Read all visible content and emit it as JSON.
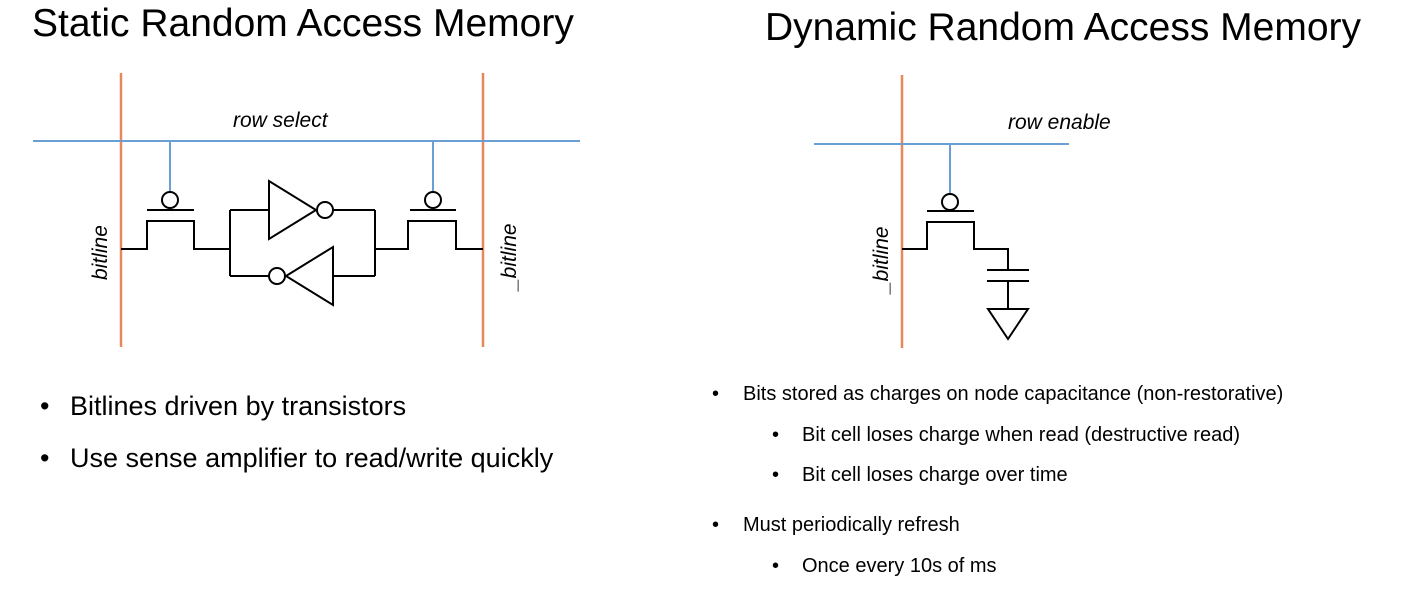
{
  "colors": {
    "bitline": "#e8875a",
    "wordline": "#6a9fd4",
    "wire": "#000000"
  },
  "sram": {
    "title": "Static Random Access Memory",
    "row_label": "row select",
    "bitline_label": "bitline",
    "bitline_bar_label": "_bitline",
    "bullets": [
      "Bitlines driven by transistors",
      "Use sense amplifier to read/write quickly"
    ]
  },
  "dram": {
    "title": "Dynamic Random Access Memory",
    "row_label": "row enable",
    "bitline_label": "_bitline",
    "bullets": [
      {
        "text": "Bits stored as charges on node capacitance (non-restorative)",
        "level": 1
      },
      {
        "text": "Bit cell loses charge when read (destructive read)",
        "level": 2
      },
      {
        "text": "Bit cell loses charge over time",
        "level": 2
      },
      {
        "text": "Must periodically refresh",
        "level": 1
      },
      {
        "text": "Once every 10s of ms",
        "level": 2
      }
    ]
  }
}
